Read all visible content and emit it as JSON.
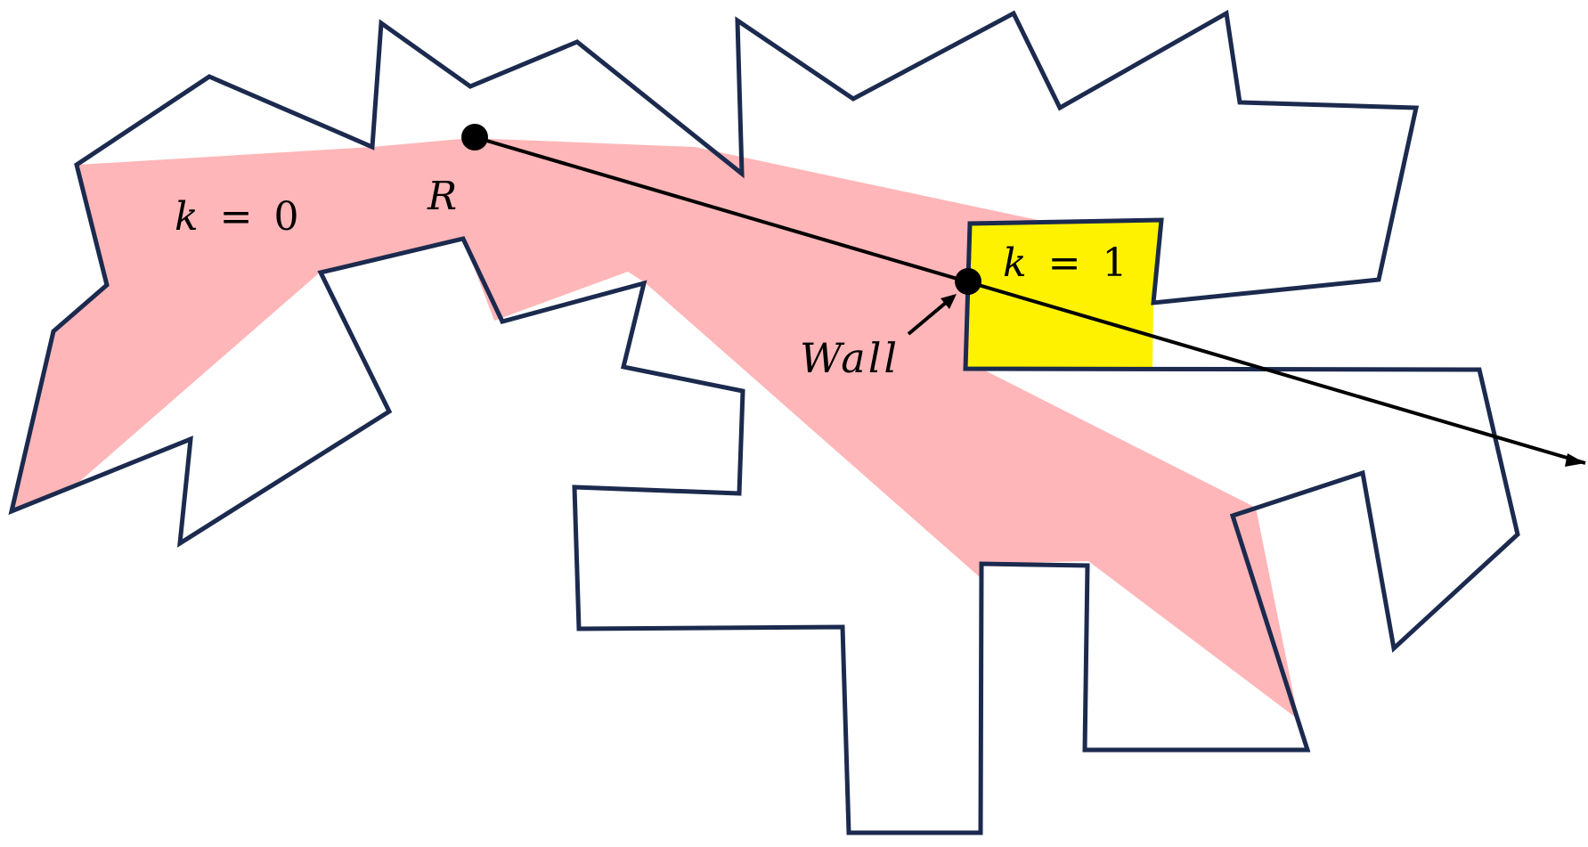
{
  "colors": {
    "background": "#ffffff",
    "polygon_stroke": "#1b2a4e",
    "visibility_region": "#ffb6b8",
    "highlight_region": "#fff200",
    "ray": "#000000",
    "point": "#000000"
  },
  "labels": {
    "k0": {
      "var": "k",
      "eq": "=",
      "num": "0"
    },
    "k1": {
      "var": "k",
      "eq": "=",
      "num": "1"
    },
    "robot": "R",
    "wall": "Wall"
  }
}
